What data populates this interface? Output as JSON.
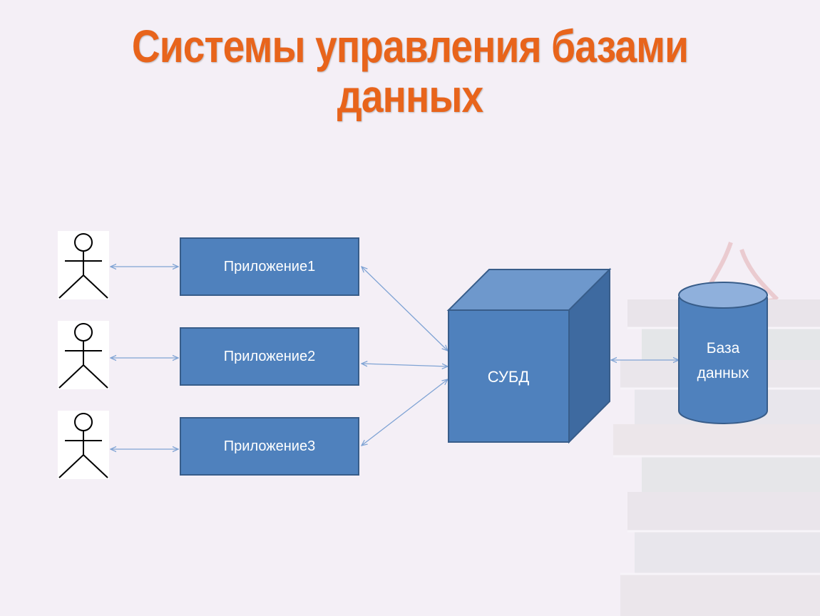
{
  "slide": {
    "title_line1": "Системы управления базами",
    "title_line2": "данных"
  },
  "diagram": {
    "applications": [
      "Приложение1",
      "Приложение2",
      "Приложение3"
    ],
    "dbms_label": "СУБД",
    "database_label_line1": "База",
    "database_label_line2": "данных",
    "actors_count": 3
  },
  "colors": {
    "title": "#e8641b",
    "shape_fill": "#4f81bd",
    "shape_border": "#385d8a",
    "connector": "#7fa3d4",
    "background": "#f4eff6"
  }
}
